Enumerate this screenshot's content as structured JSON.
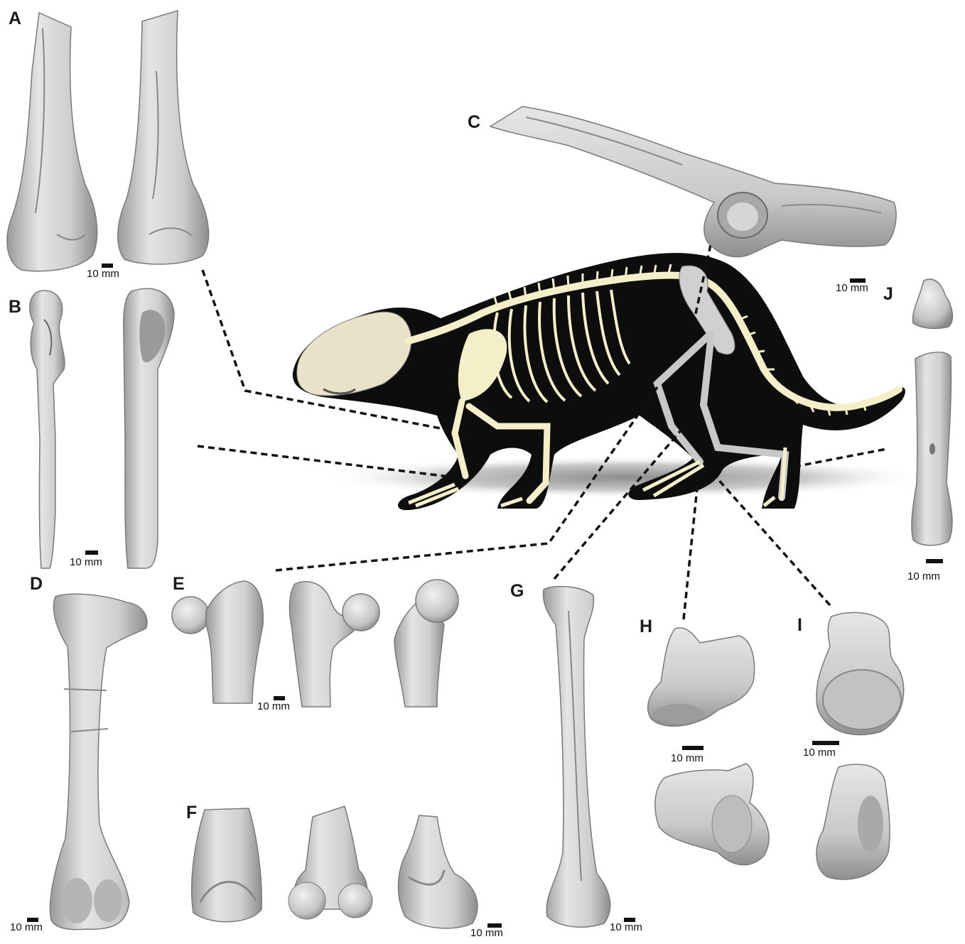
{
  "panels": {
    "A": "A",
    "B": "B",
    "C": "C",
    "D": "D",
    "E": "E",
    "F": "F",
    "G": "G",
    "H": "H",
    "I": "I",
    "J": "J"
  },
  "scale_bars": {
    "A": "10 mm",
    "B": "10 mm",
    "C": "10 mm",
    "D": "10 mm",
    "E": "10 mm",
    "F": "10 mm",
    "G": "10 mm",
    "H": "10 mm",
    "I": "10 mm",
    "J": "10 mm"
  },
  "colors": {
    "bone": "#d3d3d3",
    "bone_edge": "#7a7a7a",
    "silhouette": "#0d0d0d",
    "skeleton": "#f4efc8",
    "shadow": "#bdbdbd",
    "label": "#1a1a1a"
  }
}
